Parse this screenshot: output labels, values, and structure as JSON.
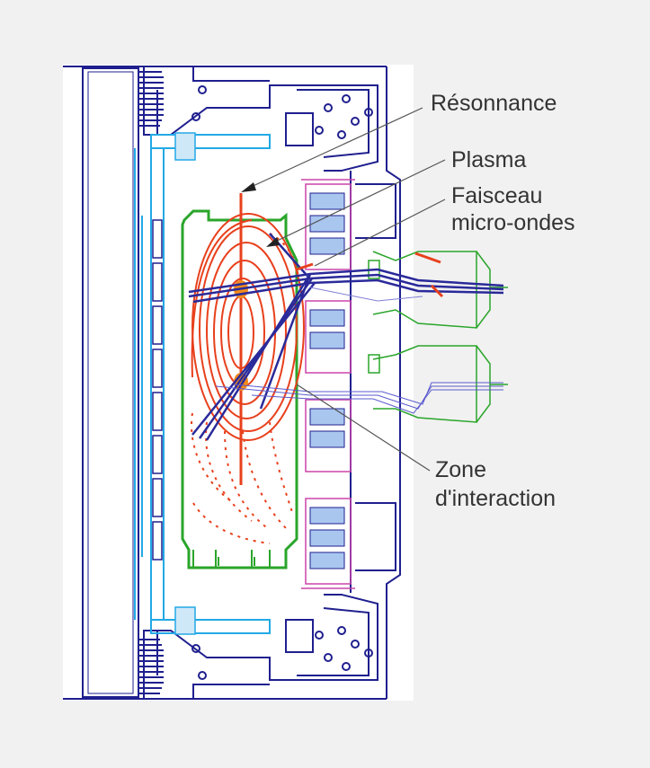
{
  "labels": {
    "resonance": "Résonnance",
    "plasma": "Plasma",
    "beam_line1": "Faisceau",
    "beam_line2": "micro-ondes",
    "zone_line1": "Zone",
    "zone_line2": "d'interaction"
  },
  "colors": {
    "background": "#f1f1f1",
    "structure": "#1f1f8f",
    "cyan": "#22a9e6",
    "green": "#2aa52a",
    "field_lines": "#e8401c",
    "magenta": "#cc44aa",
    "beam": "#2a2a9a",
    "coil_fill": "#a9c6ef",
    "label_text": "#333333"
  }
}
